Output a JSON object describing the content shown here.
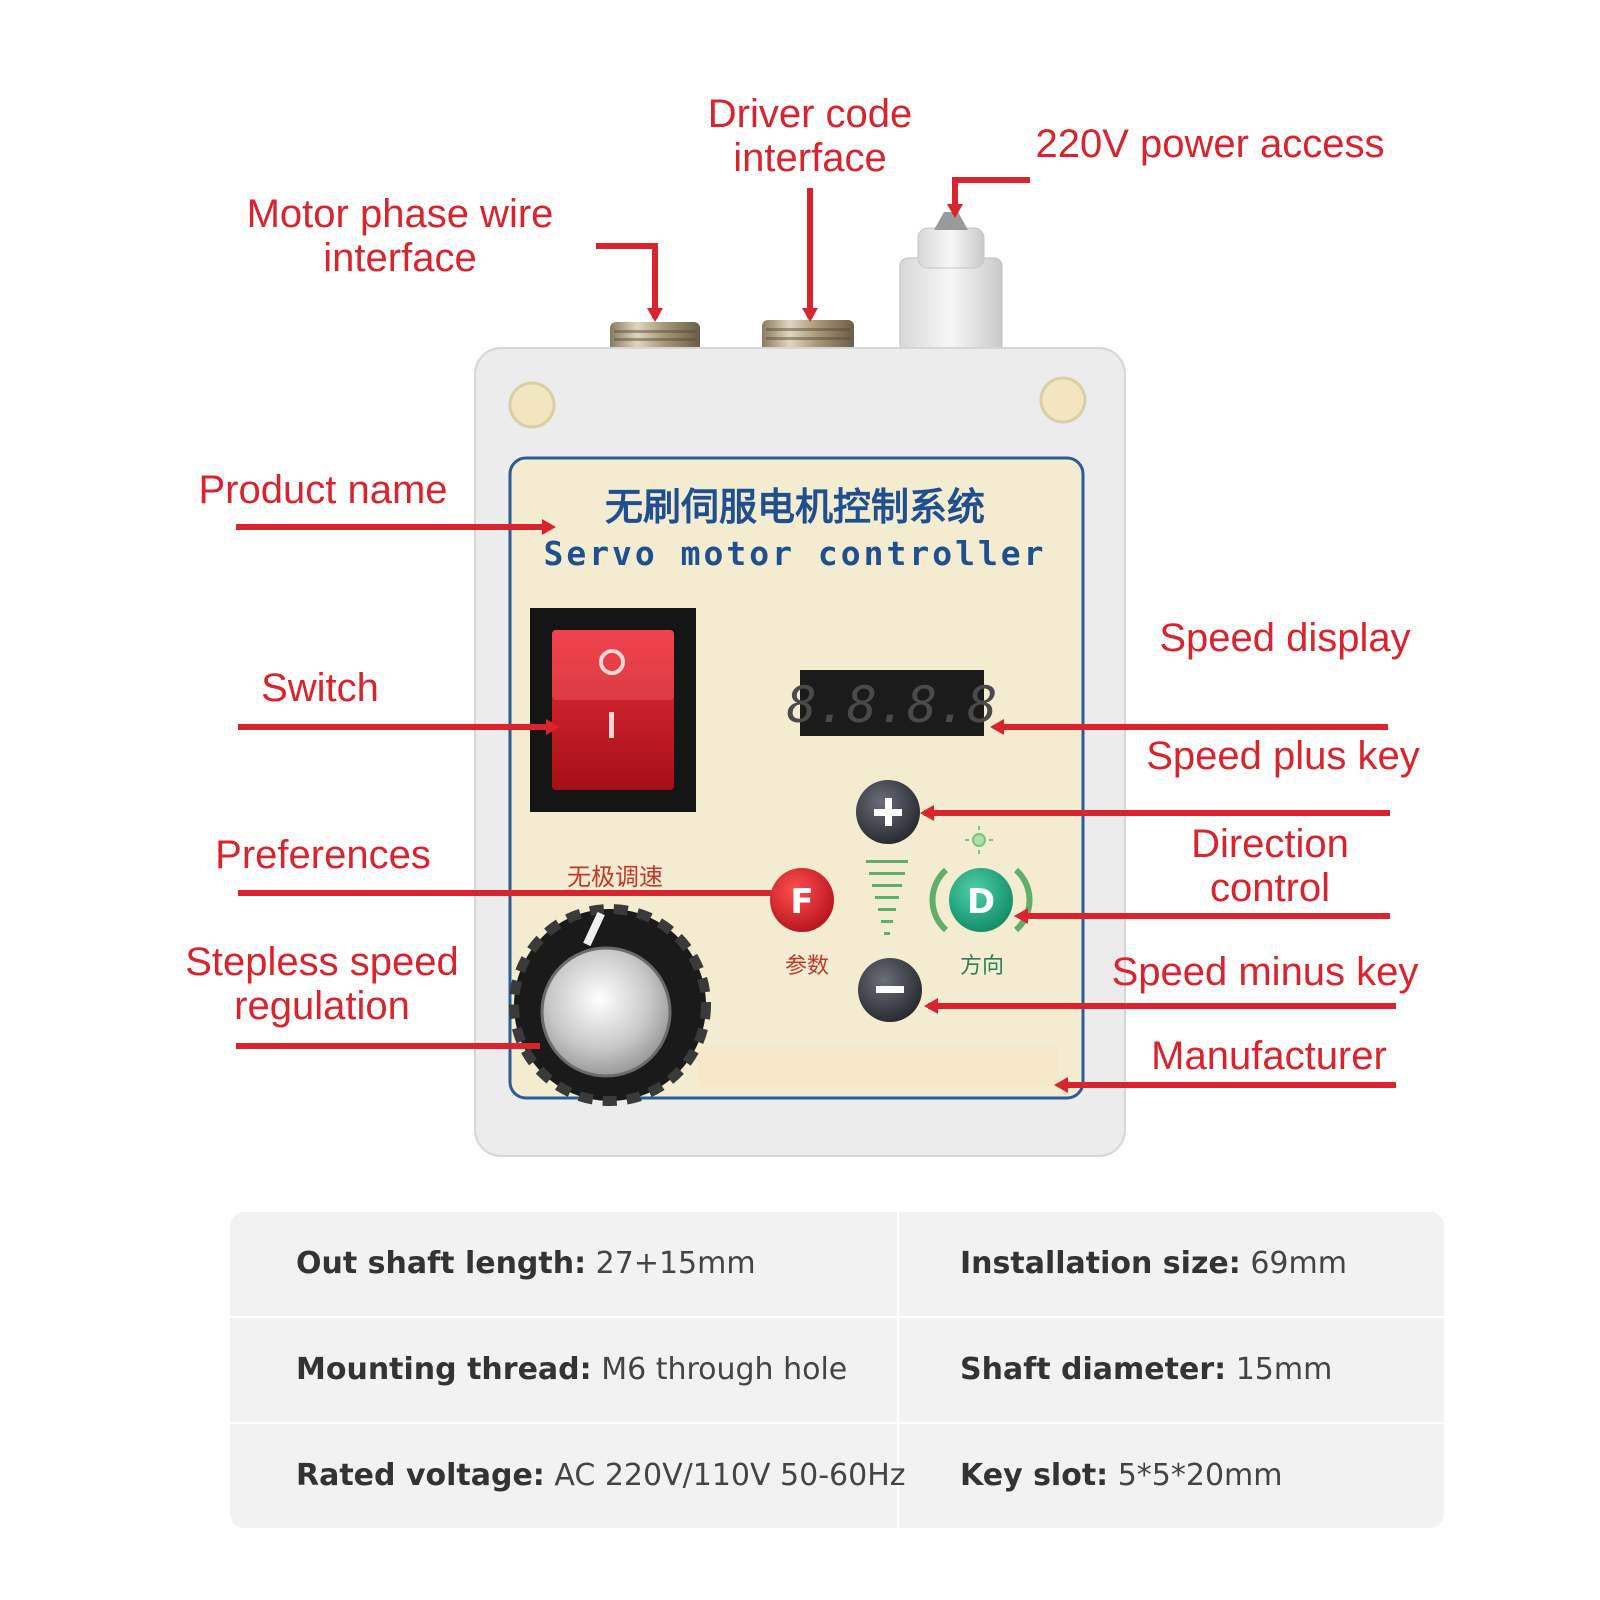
{
  "device": {
    "title_cn": "无刷伺服电机控制系统",
    "title_en": "Servo motor controller",
    "display_digits": "8.8.8.8",
    "knob_label_cn": "无极调速",
    "f_key": "F",
    "f_label_cn": "参数",
    "d_key": "D",
    "d_label_cn": "方向",
    "plus_key": "+",
    "minus_key": "−",
    "switch_off_mark": "O",
    "switch_on_mark": "I"
  },
  "callouts": {
    "driver_code": "Driver code\ninterface",
    "power_access": "220V power access",
    "motor_phase": "Motor phase wire\ninterface",
    "product_name": "Product name",
    "switch": "Switch",
    "preferences": "Preferences",
    "stepless": "Stepless speed\nregulation",
    "speed_display": "Speed display",
    "speed_plus": "Speed plus key",
    "direction": "Direction\ncontrol",
    "speed_minus": "Speed minus key",
    "manufacturer": "Manufacturer"
  },
  "specs": [
    {
      "key": "Out shaft length:",
      "value": "27+15mm"
    },
    {
      "key": "Installation size:",
      "value": "69mm"
    },
    {
      "key": "Mounting thread:",
      "value": "M6 through hole"
    },
    {
      "key": "Shaft diameter:",
      "value": "15mm"
    },
    {
      "key": "Rated voltage:",
      "value": "AC 220V/110V 50-60Hz"
    },
    {
      "key": "Key slot:",
      "value": "5*5*20mm"
    }
  ],
  "colors": {
    "callout": "#d9232d",
    "panel": "#f4ecd0",
    "border": "#2a5c9a",
    "title": "#1f4f8f"
  }
}
